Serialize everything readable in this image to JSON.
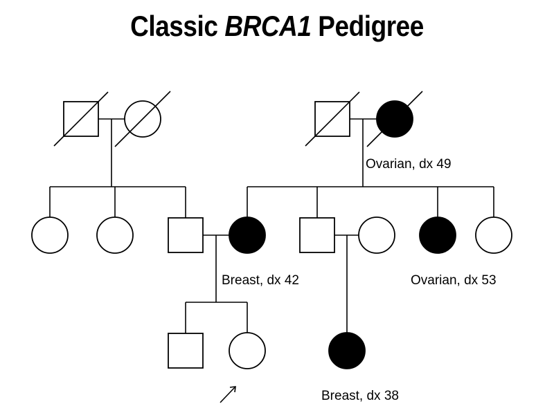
{
  "title": {
    "prefix": "Classic",
    "gene": "BRCA1",
    "suffix": "Pedigree"
  },
  "colors": {
    "affected": "#000000",
    "unaffected": "#ffffff",
    "line": "#000000"
  },
  "individuals": [
    {
      "id": "pgf",
      "sex": "male",
      "affected": false,
      "deceased": true
    },
    {
      "id": "pgm",
      "sex": "female",
      "affected": false,
      "deceased": true
    },
    {
      "id": "mgf",
      "sex": "male",
      "affected": false,
      "deceased": true
    },
    {
      "id": "mgm",
      "sex": "female",
      "affected": true,
      "deceased": true,
      "label": "Ovarian, dx 49"
    },
    {
      "id": "paunt1",
      "sex": "female",
      "affected": false
    },
    {
      "id": "paunt2",
      "sex": "female",
      "affected": false
    },
    {
      "id": "father",
      "sex": "male",
      "affected": false
    },
    {
      "id": "mother",
      "sex": "female",
      "affected": true,
      "label": "Breast, dx 42"
    },
    {
      "id": "uncle",
      "sex": "male",
      "affected": false
    },
    {
      "id": "uncle_wife",
      "sex": "female",
      "affected": false
    },
    {
      "id": "maunt1",
      "sex": "female",
      "affected": true,
      "label": "Ovarian, dx 53"
    },
    {
      "id": "maunt2",
      "sex": "female",
      "affected": false
    },
    {
      "id": "brother",
      "sex": "male",
      "affected": false
    },
    {
      "id": "proband",
      "sex": "female",
      "affected": false,
      "proband": true
    },
    {
      "id": "cousin",
      "sex": "female",
      "affected": true,
      "label": "Breast, dx 38"
    }
  ]
}
